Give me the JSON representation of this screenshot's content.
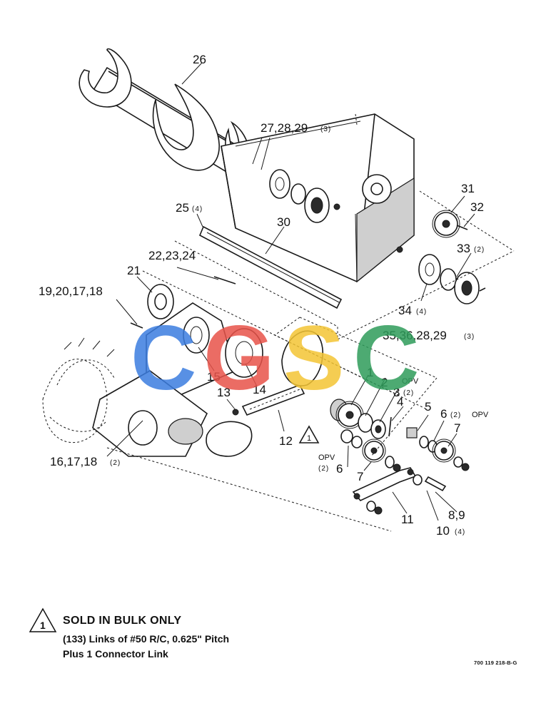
{
  "callouts": {
    "c26": "26",
    "c27_29": "27,28,29",
    "c27_29_qty": "(3)",
    "c25": "25",
    "c25_qty": "(4)",
    "c30": "30",
    "c31": "31",
    "c32": "32",
    "c33": "33",
    "c33_qty": "(2)",
    "c22_24": "22,23,24",
    "c21": "21",
    "c19_18": "19,20,17,18",
    "c34": "34",
    "c34_qty": "(4)",
    "c35_29": "35,36,28,29",
    "c35_29_qty": "(3)",
    "c15": "15",
    "c1": "1",
    "c2": "2",
    "c3": "3",
    "c3_opv": "OPV",
    "c3_qty": "(2)",
    "c14": "14",
    "c13": "13",
    "c4": "4",
    "c5": "5",
    "c6a": "6",
    "c6a_qty": "(2)",
    "c6a_opv": "OPV",
    "c7a": "7",
    "c12": "12",
    "c12_note": "1",
    "c6b_opv": "OPV",
    "c6b_qty": "(2)",
    "c6b": "6",
    "c7b": "7",
    "c16_18": "16,17,18",
    "c16_18_qty": "(2)",
    "c11": "11",
    "c8_9": "8,9",
    "c10": "10",
    "c10_qty": "(4)"
  },
  "watermark": {
    "letters": [
      "C",
      "G",
      "S",
      "C"
    ],
    "colors": [
      "#3b7de0",
      "#e8534a",
      "#f4c534",
      "#2e9c5a"
    ]
  },
  "note": {
    "marker": "1",
    "title": "SOLD IN BULK ONLY",
    "line1": "(133) Links of #50 R/C, 0.625\" Pitch",
    "line2": "Plus 1 Connector Link"
  },
  "drawing_number": "700 119 218-B-G"
}
